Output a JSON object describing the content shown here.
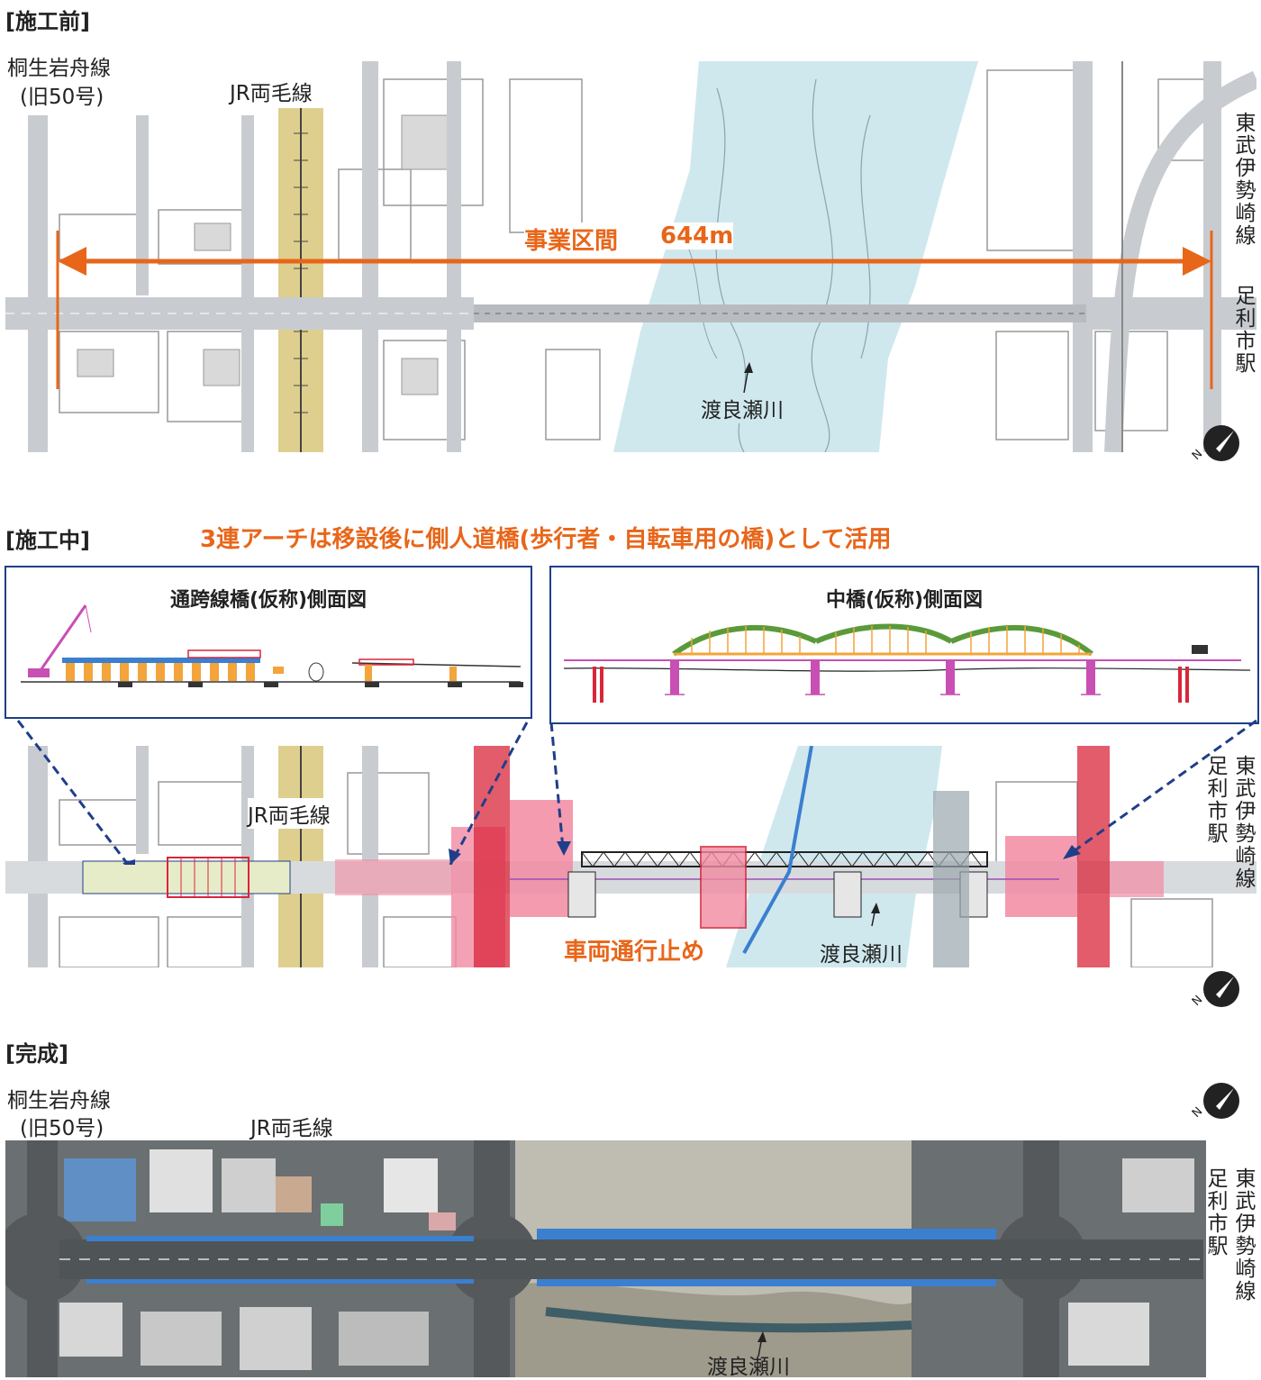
{
  "before": {
    "header": "[施工前]",
    "route_left": "桐生岩舟線",
    "route_left_old": "(旧50号)",
    "jr_line": "JR両毛線",
    "project_label": "事業区間",
    "project_length": "644m",
    "river": "渡良瀬川",
    "tobu_line": "東武伊勢崎線",
    "ashikaga_station": "足利市駅"
  },
  "during": {
    "header": "[施工中]",
    "headline": "3連アーチは移設後に側人道橋(歩行者・自転車用の橋)として活用",
    "panel_left_title": "通跨線橋(仮称)側面図",
    "panel_right_title": "中橋(仮称)側面図",
    "jr_line": "JR両毛線",
    "vehicle_closure": "車両通行止め",
    "river": "渡良瀬川",
    "ashikaga_station": "足利市駅",
    "tobu_line": "東武伊勢崎線"
  },
  "after": {
    "header": "[完成]",
    "route_left": "桐生岩舟線",
    "route_left_old": "(旧50号)",
    "jr_line": "JR両毛線",
    "river": "渡良瀬川",
    "ashikaga_station": "足利市駅",
    "tobu_line": "東武伊勢崎線"
  },
  "compass": {
    "north_letter": "N"
  },
  "colors": {
    "accent_orange": "#e8661a",
    "river_blue": "#cfe8ee",
    "rail_band": "#d9c77a",
    "panel_border": "#1f3e8a",
    "construction_red": "#d9263a",
    "construction_pink": "#f28aa2",
    "arch_green": "#5a9a3a",
    "pier_pink": "#c84fb4",
    "new_road_blue": "#3a7fd0"
  }
}
